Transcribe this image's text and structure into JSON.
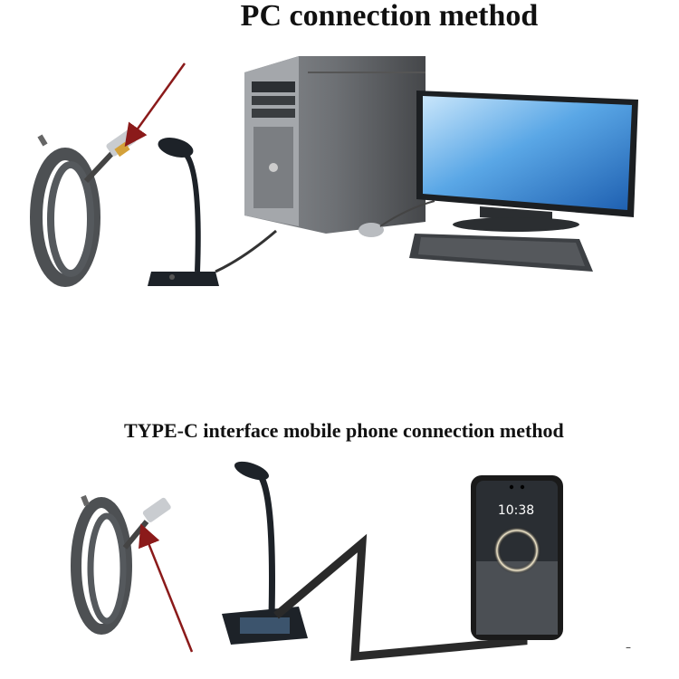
{
  "titles": {
    "pc": "PC connection method",
    "phone": "TYPE-C interface mobile phone connection method"
  },
  "phone": {
    "time": "10:38"
  },
  "footer_mark": "–",
  "colors": {
    "arrow": "#8b1a1a",
    "monitor_screen": "#5aa7e6",
    "tower": "#6d7074",
    "mic_body": "#1d2228",
    "cable": "#2a2a2a"
  }
}
